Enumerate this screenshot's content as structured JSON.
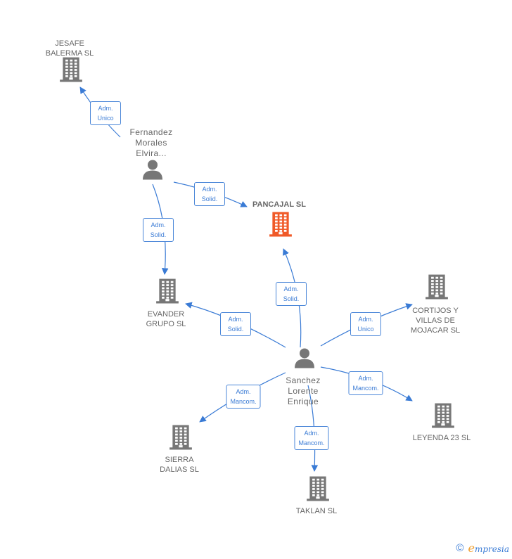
{
  "nodes": [
    {
      "id": "jesafe",
      "type": "company",
      "label": "JESAFE\nBALERMA SL",
      "color": "#777777"
    },
    {
      "id": "fernandez",
      "type": "person",
      "label": "Fernandez\nMorales\nElvira...",
      "color": "#777777"
    },
    {
      "id": "pancajal",
      "type": "company",
      "label": "PANCAJAL SL",
      "color": "#f05a28",
      "bold": true
    },
    {
      "id": "evander",
      "type": "company",
      "label": "EVANDER\nGRUPO SL",
      "color": "#777777"
    },
    {
      "id": "cortijos",
      "type": "company",
      "label": "CORTIJOS Y\nVILLAS DE\nMOJACAR SL",
      "color": "#777777"
    },
    {
      "id": "sanchez",
      "type": "person",
      "label": "Sanchez\nLorente\nEnrique",
      "color": "#777777"
    },
    {
      "id": "leyenda",
      "type": "company",
      "label": "LEYENDA 23 SL",
      "color": "#777777"
    },
    {
      "id": "sierra",
      "type": "company",
      "label": "SIERRA\nDALIAS SL",
      "color": "#777777"
    },
    {
      "id": "taklan",
      "type": "company",
      "label": "TAKLAN SL",
      "color": "#777777"
    }
  ],
  "edges": [
    {
      "from": "fernandez",
      "to": "jesafe",
      "label": "Adm.\nUnico"
    },
    {
      "from": "fernandez",
      "to": "pancajal",
      "label": "Adm.\nSolid."
    },
    {
      "from": "fernandez",
      "to": "evander",
      "label": "Adm.\nSolid."
    },
    {
      "from": "sanchez",
      "to": "pancajal",
      "label": "Adm.\nSolid."
    },
    {
      "from": "sanchez",
      "to": "evander",
      "label": "Adm.\nSolid."
    },
    {
      "from": "sanchez",
      "to": "cortijos",
      "label": "Adm.\nUnico"
    },
    {
      "from": "sanchez",
      "to": "leyenda",
      "label": "Adm.\nMancom."
    },
    {
      "from": "sanchez",
      "to": "sierra",
      "label": "Adm.\nMancom."
    },
    {
      "from": "sanchez",
      "to": "taklan",
      "label": "Adm.\nMancom."
    }
  ],
  "colors": {
    "edge": "#3a7bd5",
    "edge_label_border": "#4a86d8",
    "node_gray": "#777777",
    "focus": "#f05a28"
  },
  "footer": {
    "copyright_symbol": "©",
    "brand_initial": "e",
    "brand_rest": "mpresia"
  }
}
